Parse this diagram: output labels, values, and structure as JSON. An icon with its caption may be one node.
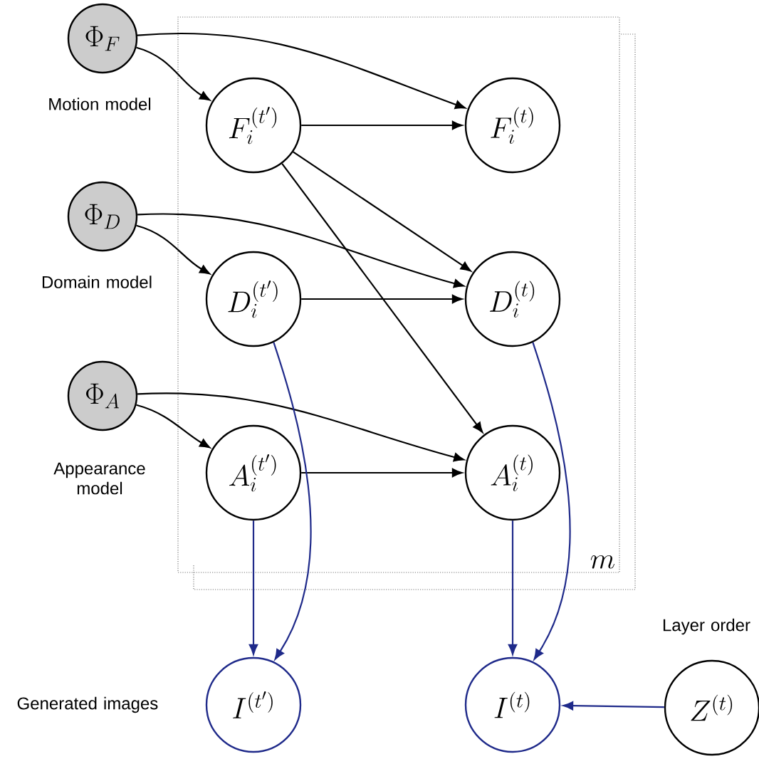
{
  "diagram": {
    "nodes": [
      {
        "text": [
          "m"
        ]
      },
      {
        "text": [
          "\\Phi_F"
        ],
        "beside": [
          "Motion model"
        ]
      },
      {
        "text": [
          "F_i^{(t')}"
        ],
        "in": 0
      },
      {
        "text": [
          "F_i^{(t)}"
        ],
        "in": 0
      },
      {
        "text": [
          "\\Phi_D"
        ],
        "beside": [
          "Domain model"
        ]
      },
      {
        "text": [
          "D_i^{(t')}"
        ],
        "in": 0
      },
      {
        "text": [
          "D_i^{(t)}"
        ],
        "in": 0
      },
      {
        "text": [
          "\\Phi_A"
        ],
        "beside": [
          "Appearance model"
        ]
      },
      {
        "text": [
          "A_i^{(t')}"
        ],
        "in": 0
      },
      {
        "text": [
          "A_i^{(t)}"
        ],
        "in": 0
      },
      {
        "text": [
          "I^{(t')}"
        ],
        "beside": [
          "Generated images"
        ]
      },
      {
        "text": [
          "I^{(t)}"
        ]
      },
      {
        "text": [
          "Z^{(t)}"
        ],
        "beside": [
          "Layer order"
        ]
      }
    ],
    "edges": [
      {
        "from": 1,
        "to": 2,
        "arrow": "to"
      },
      {
        "from": 1,
        "to": 3,
        "arrow": "to"
      },
      {
        "from": 2,
        "to": 3,
        "arrow": "to"
      },
      {
        "from": 2,
        "to": 6,
        "arrow": "to"
      },
      {
        "from": 2,
        "to": 9,
        "arrow": "to"
      },
      {
        "from": 4,
        "to": 5,
        "arrow": "to"
      },
      {
        "from": 4,
        "to": 6,
        "arrow": "to"
      },
      {
        "from": 5,
        "to": 6,
        "arrow": "to"
      },
      {
        "from": 7,
        "to": 8,
        "arrow": "to"
      },
      {
        "from": 7,
        "to": 9,
        "arrow": "to"
      },
      {
        "from": 8,
        "to": 9,
        "arrow": "to"
      },
      {
        "from": 8,
        "to": 10,
        "arrow": "to",
        "color": "#1f2a8a"
      },
      {
        "from": 5,
        "to": 10,
        "arrow": "to",
        "color": "#1f2a8a"
      },
      {
        "from": 9,
        "to": 11,
        "arrow": "to",
        "color": "#1f2a8a"
      },
      {
        "from": 6,
        "to": 11,
        "arrow": "to",
        "color": "#1f2a8a"
      },
      {
        "from": 12,
        "to": 11,
        "arrow": "to",
        "color": "#1f2a8a"
      }
    ]
  }
}
